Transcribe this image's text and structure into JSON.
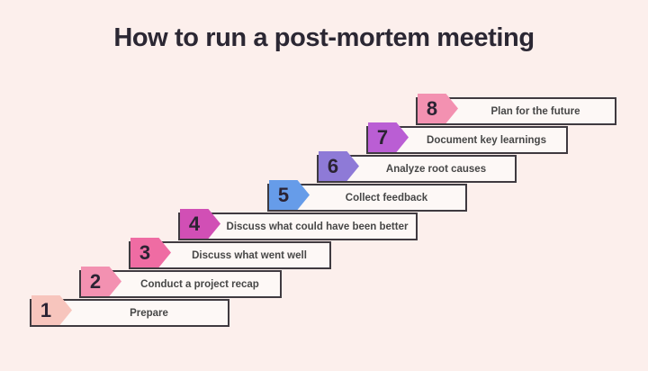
{
  "title": "How to run a post-mortem meeting",
  "colors": {
    "background": "#FCEFEC",
    "bar_fill": "#FDF8F6",
    "bar_border": "#3F3A40",
    "title_text": "#2B2733",
    "label_text": "#474747",
    "number_text": "#2B2333"
  },
  "steps": [
    {
      "number": "1",
      "label": "Prepare",
      "chevron_color": "#F7C5BD"
    },
    {
      "number": "2",
      "label": "Conduct a project recap",
      "chevron_color": "#F391B1"
    },
    {
      "number": "3",
      "label": "Discuss what went well",
      "chevron_color": "#EF6CA3"
    },
    {
      "number": "4",
      "label": "Discuss what could have been better",
      "chevron_color": "#D14FB5"
    },
    {
      "number": "5",
      "label": "Collect feedback",
      "chevron_color": "#669CE9"
    },
    {
      "number": "6",
      "label": "Analyze root causes",
      "chevron_color": "#8E7AD7"
    },
    {
      "number": "7",
      "label": "Document key learnings",
      "chevron_color": "#BA5ED4"
    },
    {
      "number": "8",
      "label": "Plan for the future",
      "chevron_color": "#F391B1"
    }
  ]
}
